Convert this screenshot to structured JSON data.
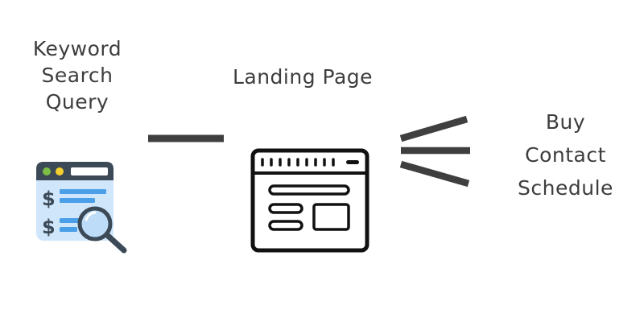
{
  "diagram": {
    "keyword_label_lines": [
      "Keyword",
      "Search",
      "Query"
    ],
    "landing_label": "Landing Page",
    "outcome_lines": [
      "Buy",
      "Contact",
      "Schedule"
    ],
    "icons": {
      "search": "search-results-magnifier-icon",
      "landing": "landing-page-wireframe-icon"
    },
    "colors": {
      "text": "#3d3d3d",
      "connector": "#3f3f3f",
      "browser_body": "#cfe6fb",
      "browser_bar": "#3c4a57",
      "browser_dot_green": "#7bc044",
      "browser_dot_yellow": "#f3cf2f",
      "accent_blue": "#4b9ee8",
      "magnifier_glass": "#bcdcf8",
      "magnifier_frame": "#3c4a57",
      "wireframe": "#111111"
    }
  }
}
